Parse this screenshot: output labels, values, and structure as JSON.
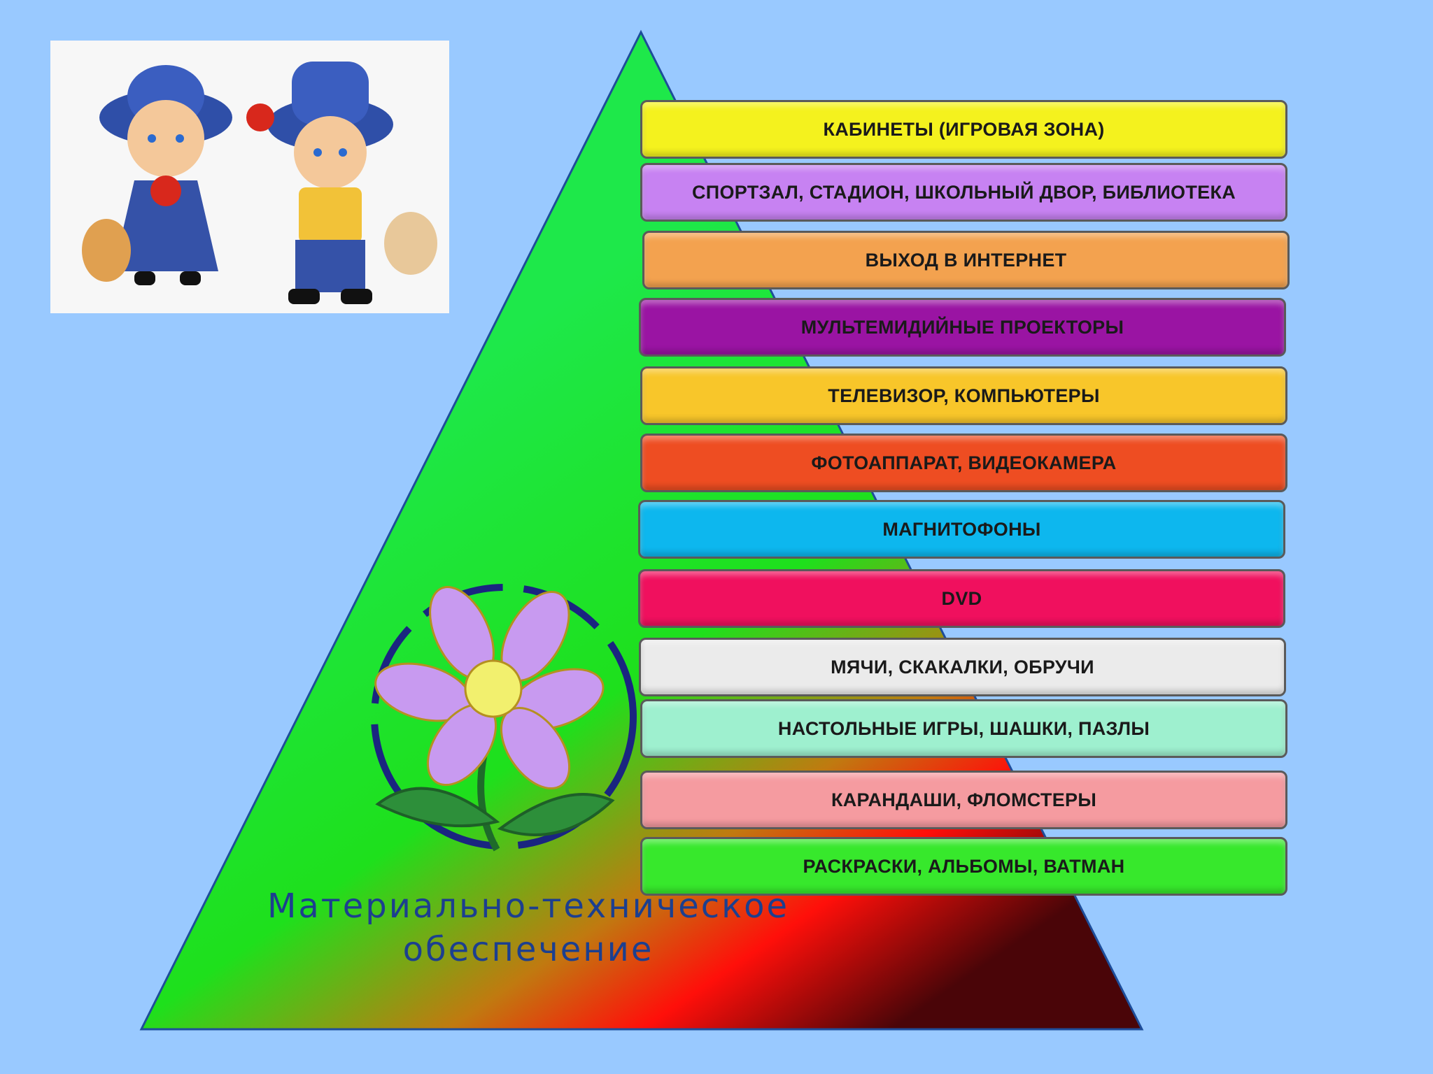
{
  "title_line1": "Материально-техническое",
  "title_line2": "обеспечение",
  "levels": [
    {
      "label": "КАБИНЕТЫ (ИГРОВАЯ ЗОНА)",
      "color": "#f4f21e"
    },
    {
      "label": "СПОРТЗАЛ, СТАДИОН, ШКОЛЬНЫЙ ДВОР, БИБЛИОТЕКА",
      "color": "#c782f2"
    },
    {
      "label": "ВЫХОД В ИНТЕРНЕТ",
      "color": "#f3a24f"
    },
    {
      "label": "МУЛЬТЕМИДИЙНЫЕ ПРОЕКТОРЫ",
      "color": "#9a14a3"
    },
    {
      "label": "ТЕЛЕВИЗОР, КОМПЬЮТЕРЫ",
      "color": "#f8c62a"
    },
    {
      "label": "ФОТОАППАРАТ, ВИДЕОКАМЕРА",
      "color": "#ee4d22"
    },
    {
      "label": "МАГНИТОФОНЫ",
      "color": "#0db7ee"
    },
    {
      "label": "DVD",
      "color": "#f0105e"
    },
    {
      "label": "МЯЧИ, СКАКАЛКИ, ОБРУЧИ",
      "color": "#ebebeb"
    },
    {
      "label": "НАСТОЛЬНЫЕ ИГРЫ, ШАШКИ, ПАЗЛЫ",
      "color": "#9ef0cf"
    },
    {
      "label": "КАРАНДАШИ, ФЛОМСТЕРЫ",
      "color": "#f59ba0"
    },
    {
      "label": "РАСКРАСКИ, АЛЬБОМЫ, ВАТМАН",
      "color": "#37e82c"
    }
  ]
}
